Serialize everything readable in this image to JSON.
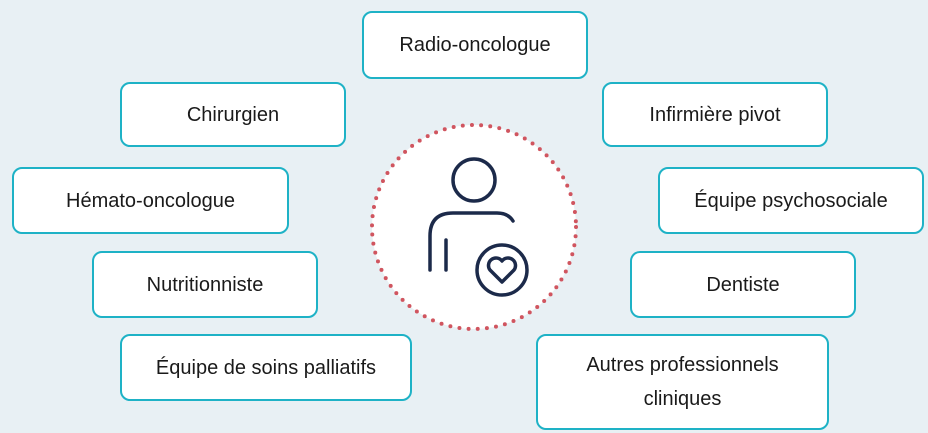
{
  "roles": {
    "radio_oncologue": "Radio-oncologue",
    "chirurgien": "Chirurgien",
    "infirmiere_pivot": "Infirmière pivot",
    "hemato_oncologue": "Hémato-oncologue",
    "equipe_psychosociale": "Équipe psychosociale",
    "nutritionniste": "Nutritionniste",
    "dentiste": "Dentiste",
    "equipe_soins_palliatifs": "Équipe de soins palliatifs",
    "autres_professionnels": "Autres professionnels cliniques"
  },
  "center": {
    "icon": "patient-heart-icon"
  },
  "colors": {
    "box_border": "#1eb2c6",
    "dotted_circle": "#d0555f",
    "icon_stroke": "#1c2a4a",
    "background": "#e8f0f4"
  }
}
